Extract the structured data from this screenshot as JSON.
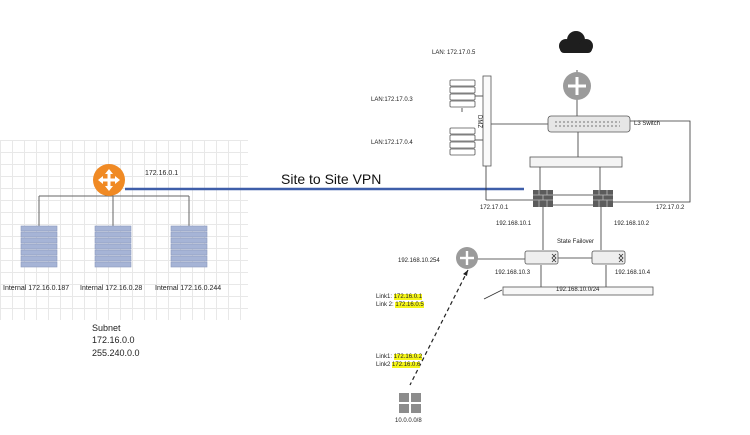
{
  "left": {
    "router_ip": "172.16.0.1",
    "servers": [
      "Internal 172.16.0.187",
      "Internal 172.16.0.28",
      "Internal 172.16.0.244"
    ],
    "subnet_title": "Subnet",
    "subnet_address": "172.16.0.0",
    "subnet_mask": "255.240.0.0"
  },
  "vpn_label": "Site to Site VPN",
  "right": {
    "lan_top": "LAN: 172.17.0.5",
    "lan_mid": "LAN:172.17.0.3",
    "lan_low": "LAN:172.17.0.4",
    "dmz": "DMZ",
    "l3_switch": "L3 Switch",
    "fw1_ip": "172.17.0.1",
    "fw2_ip": "172.17.0.2",
    "fw1_inner": "192.168.10.1",
    "fw2_inner": "192.168.10.2",
    "state_failover": "State Failover",
    "router_ip": "192.168.10.254",
    "sw1_ip": "192.168.10.3",
    "sw2_ip": "192.168.10.4",
    "net_bar": "192.168.10.0/24",
    "link_a1_prefix": "Link1: ",
    "link_a1_ip": "172.16.0.1",
    "link_a2_prefix": "Link 2: ",
    "link_a2_ip": "172.16.0.5",
    "link_b1_prefix": "Link1: ",
    "link_b1_ip": "172.16.0.2",
    "link_b2_prefix": "Link2 ",
    "link_b2_ip": "172.16.0.6",
    "client_net": "10.0.0.0/8"
  },
  "colors": {
    "router_orange": "#f08a24",
    "router_gray": "#9b9b9b",
    "server_blue": "#a6b4d6",
    "vpn_line": "#3e5ea9",
    "firewall_gray": "#5c5c5c",
    "cloud": "#1e1e1e",
    "highlight": "#f5f51a"
  }
}
